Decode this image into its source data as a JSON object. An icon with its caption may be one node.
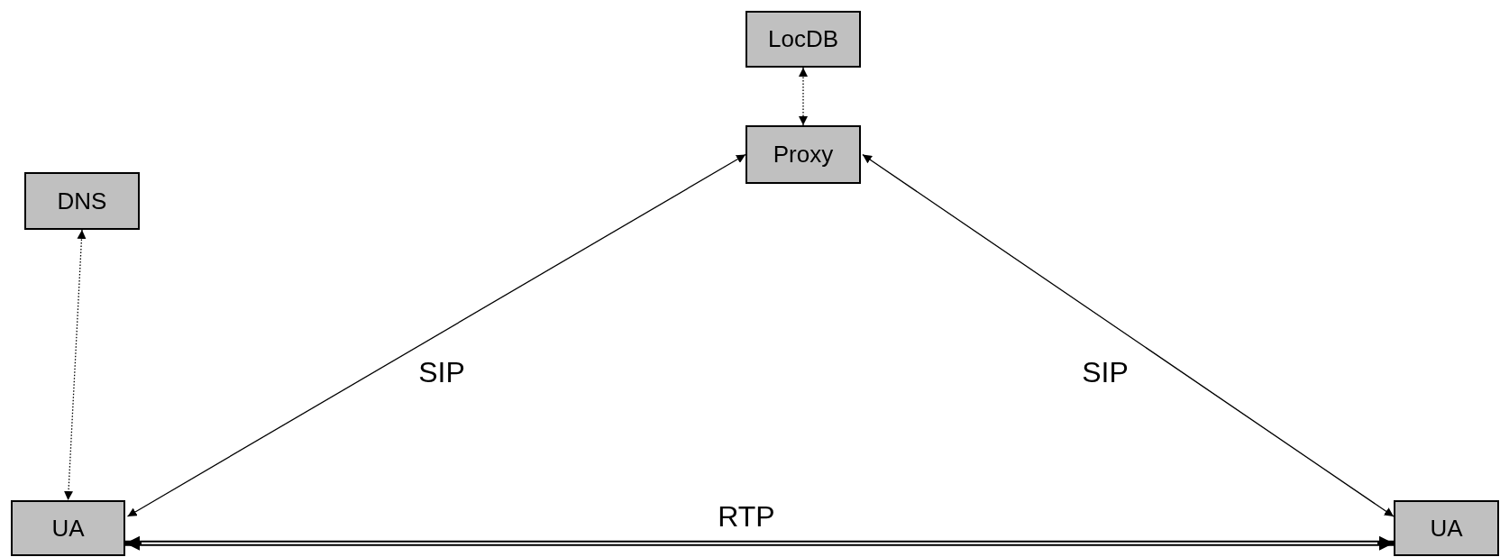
{
  "diagram": {
    "nodes": [
      {
        "text": [
          "LocDB"
        ]
      },
      {
        "text": [
          "Proxy"
        ]
      },
      {
        "text": [
          "DNS"
        ]
      },
      {
        "text": [
          "UA"
        ]
      },
      {
        "text": [
          "UA"
        ]
      }
    ],
    "edges": [
      {
        "from": 0,
        "to": 1,
        "arrow": "both",
        "style": "dashed"
      },
      {
        "from": 2,
        "to": 3,
        "arrow": "both",
        "style": "dashed"
      },
      {
        "from": 1,
        "to": 3,
        "arrow": "both",
        "label": "SIP"
      },
      {
        "from": 1,
        "to": 4,
        "arrow": "both",
        "label": "SIP"
      },
      {
        "from": 3,
        "to": 4,
        "arrow": "both",
        "label": "RTP",
        "style": "thick"
      }
    ]
  }
}
